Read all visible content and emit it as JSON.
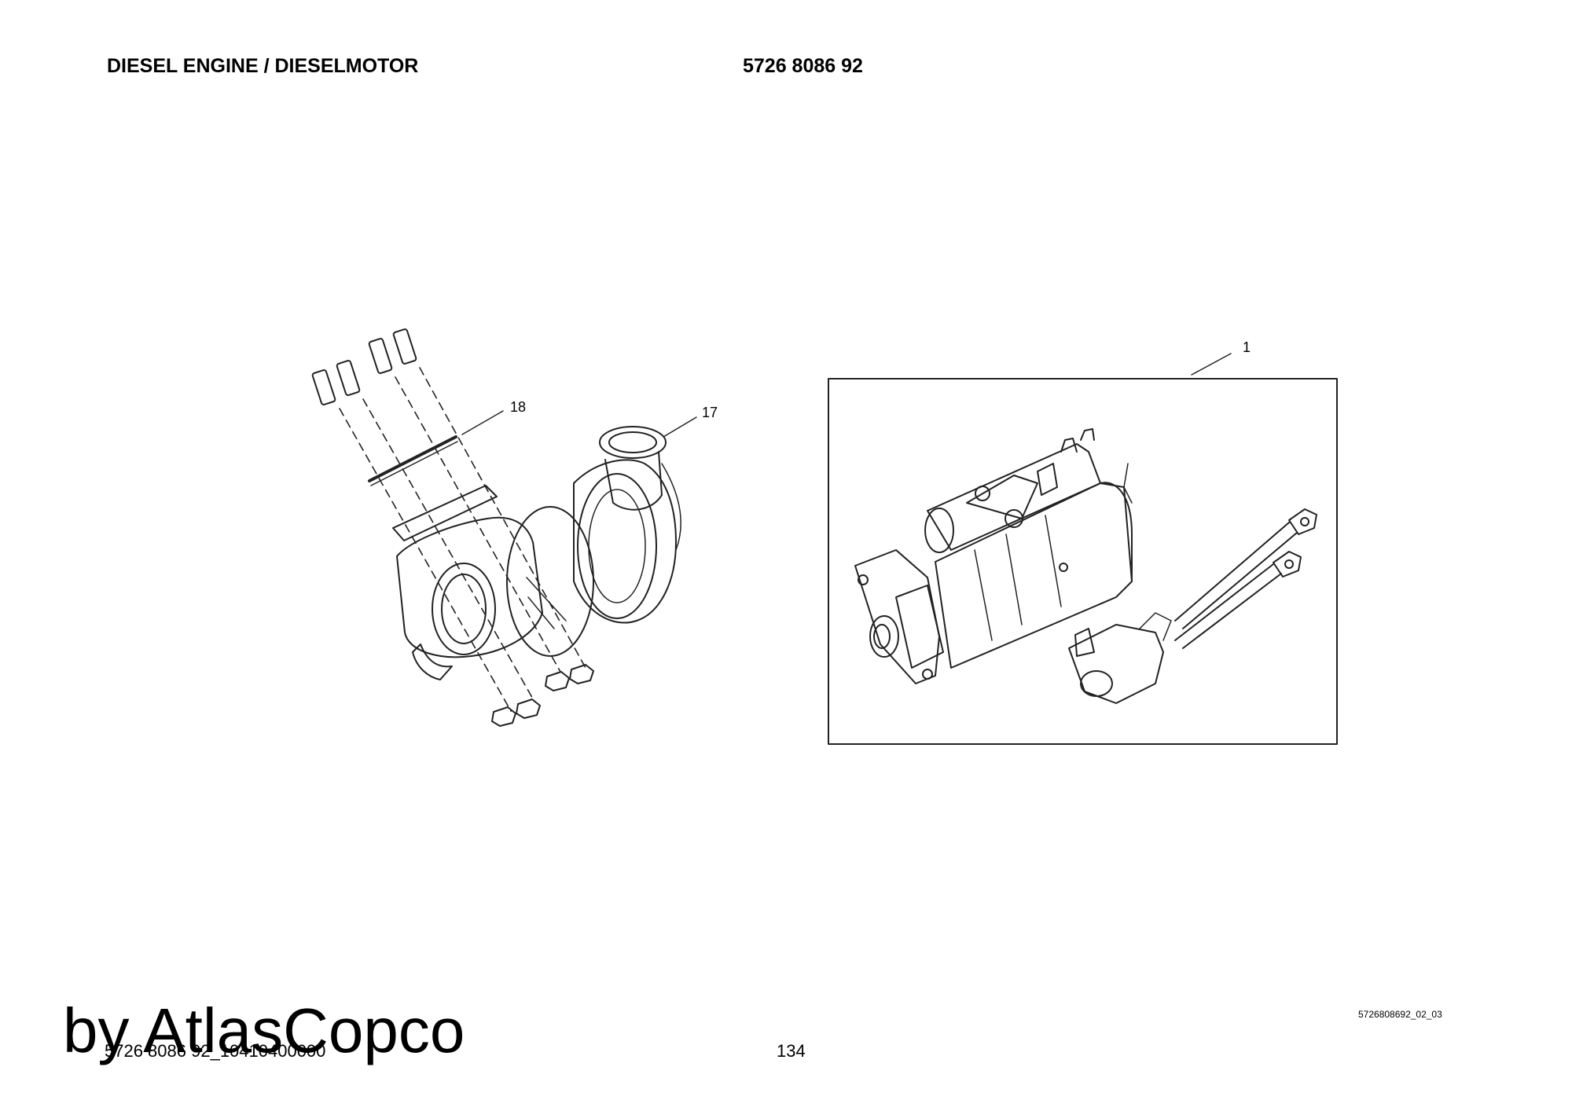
{
  "header": {
    "title": "DIESEL ENGINE / DIESELMOTOR",
    "part_number": "5726 8086 92"
  },
  "callouts": {
    "c1": "1",
    "c17": "17",
    "c18": "18"
  },
  "footer": {
    "ref_code": "5726808692_02_03",
    "doc_code": "5726 8086 92_10410400000",
    "page_number": "134",
    "watermark": "by AtlasCopco"
  }
}
